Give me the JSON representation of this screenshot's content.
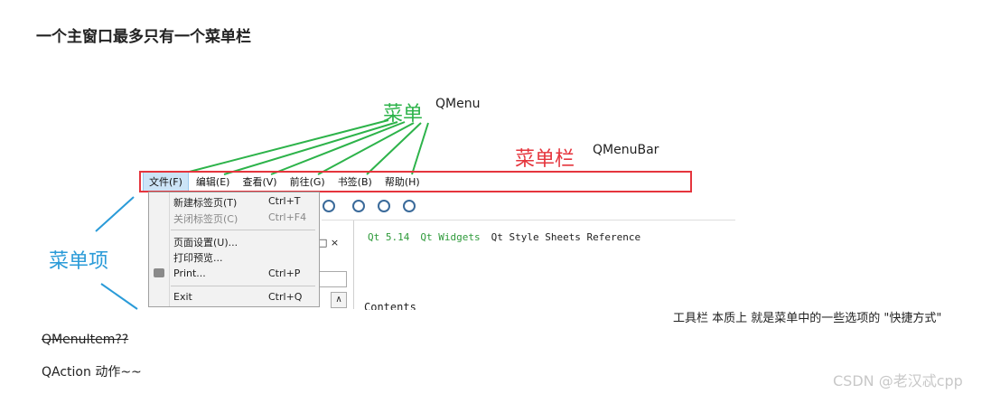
{
  "heading": "一个主窗口最多只有一个菜单栏",
  "annotations": {
    "menu_cn": "菜单",
    "menu_en": "QMenu",
    "menubar_cn": "菜单栏",
    "menubar_en": "QMenuBar",
    "menuitem_cn": "菜单项",
    "toolbar_note": "工具栏 本质上 就是菜单中的一些选项的 \"快捷方式\"",
    "menuitem_en_struck": "QMenuItem??",
    "qaction": "QAction   动作~~"
  },
  "menubar": {
    "items": [
      "文件(F)",
      "编辑(E)",
      "查看(V)",
      "前往(G)",
      "书签(B)",
      "帮助(H)"
    ]
  },
  "dropdown": {
    "items": [
      {
        "label": "新建标签页(T)",
        "shortcut": "Ctrl+T",
        "enabled": true
      },
      {
        "label": "关闭标签页(C)",
        "shortcut": "Ctrl+F4",
        "enabled": false
      },
      {
        "label": "页面设置(U)...",
        "shortcut": "",
        "enabled": true
      },
      {
        "label": "打印预览...",
        "shortcut": "",
        "enabled": true
      },
      {
        "label": "Print...",
        "shortcut": "Ctrl+P",
        "enabled": true
      },
      {
        "label": "Exit",
        "shortcut": "Ctrl+Q",
        "enabled": true
      }
    ]
  },
  "content": {
    "links": [
      "Qt 5.14",
      "Qt Widgets"
    ],
    "link_tail": "Qt Style Sheets Reference",
    "section": "Contents",
    "panel_buttons": "□ ×",
    "scroll_up": "∧"
  },
  "watermark": "CSDN @老汉忒cpp",
  "colors": {
    "green": "#2db34a",
    "red": "#e5353d",
    "blue": "#2a9bd8"
  },
  "icons": [
    "zoom-icon",
    "zoom-in-icon",
    "zoom-out-icon",
    "zoom-reset-icon",
    "printer-icon"
  ]
}
